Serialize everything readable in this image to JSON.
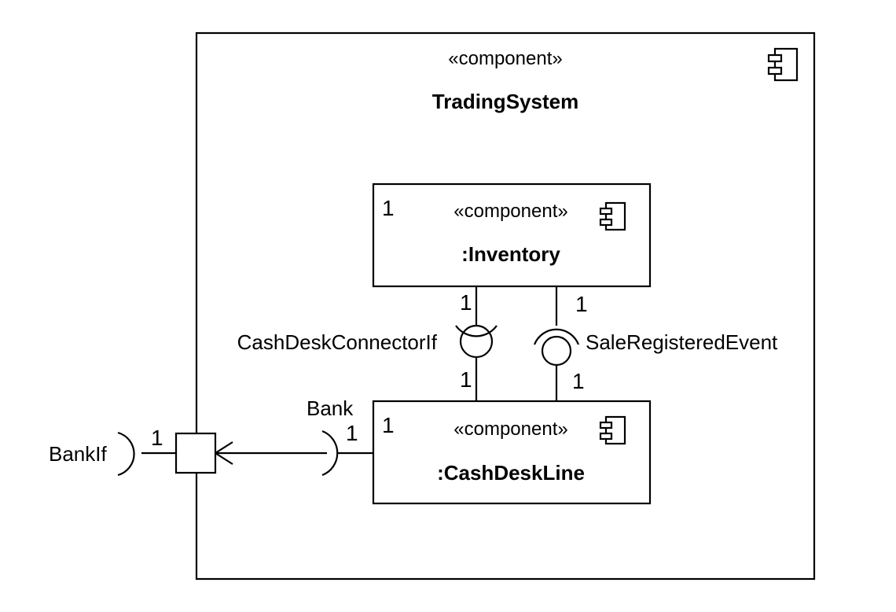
{
  "diagram": {
    "outer_component": {
      "stereotype": "«component»",
      "name": "TradingSystem"
    },
    "inventory": {
      "stereotype": "«component»",
      "name": ":Inventory",
      "multiplicity": "1"
    },
    "cashdeskline": {
      "stereotype": "«component»",
      "name": ":CashDeskLine",
      "multiplicity": "1"
    },
    "connectors": {
      "cashdesk_connector": {
        "label": "CashDeskConnectorIf",
        "mult_top": "1",
        "mult_bottom": "1"
      },
      "sale_registered": {
        "label": "SaleRegisteredEvent",
        "mult_top": "1",
        "mult_bottom": "1"
      },
      "bank": {
        "label": "Bank",
        "mult": "1"
      },
      "bankif": {
        "label": "BankIf",
        "mult": "1"
      }
    },
    "icons": [
      "component-icon"
    ]
  }
}
